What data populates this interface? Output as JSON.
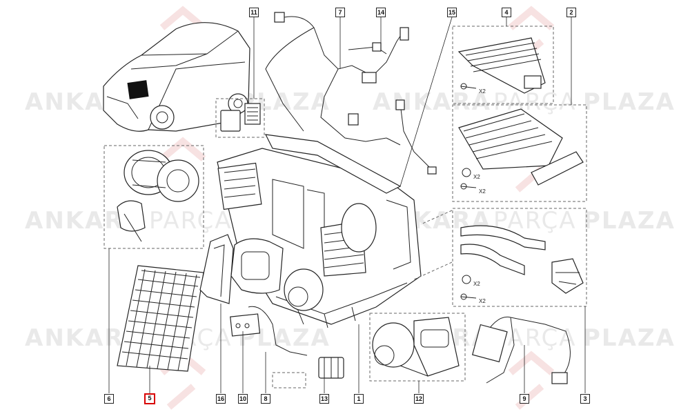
{
  "watermark": {
    "left": "ANKARA",
    "middle": "PARÇA",
    "right": "PLAZA"
  },
  "callouts": [
    {
      "id": "c11",
      "label": "11"
    },
    {
      "id": "c7",
      "label": "7"
    },
    {
      "id": "c14",
      "label": "14"
    },
    {
      "id": "c15",
      "label": "15"
    },
    {
      "id": "c4",
      "label": "4"
    },
    {
      "id": "c2",
      "label": "2"
    },
    {
      "id": "c6",
      "label": "6"
    },
    {
      "id": "c5",
      "label": "5"
    },
    {
      "id": "c16",
      "label": "16"
    },
    {
      "id": "c10",
      "label": "10"
    },
    {
      "id": "c8",
      "label": "8"
    },
    {
      "id": "c13",
      "label": "13"
    },
    {
      "id": "c1",
      "label": "1"
    },
    {
      "id": "c12",
      "label": "12"
    },
    {
      "id": "c9",
      "label": "9"
    },
    {
      "id": "c3",
      "label": "3"
    }
  ],
  "selected_callout": "5",
  "quantities": {
    "q4_screw": "X2",
    "q2_ring": "X2",
    "q2_screw": "X2",
    "q3_ring": "X2",
    "q3_screw": "X2"
  },
  "colors": {
    "line": "#222222",
    "selected": "#d80000",
    "watermark": "#d8d8d8"
  }
}
